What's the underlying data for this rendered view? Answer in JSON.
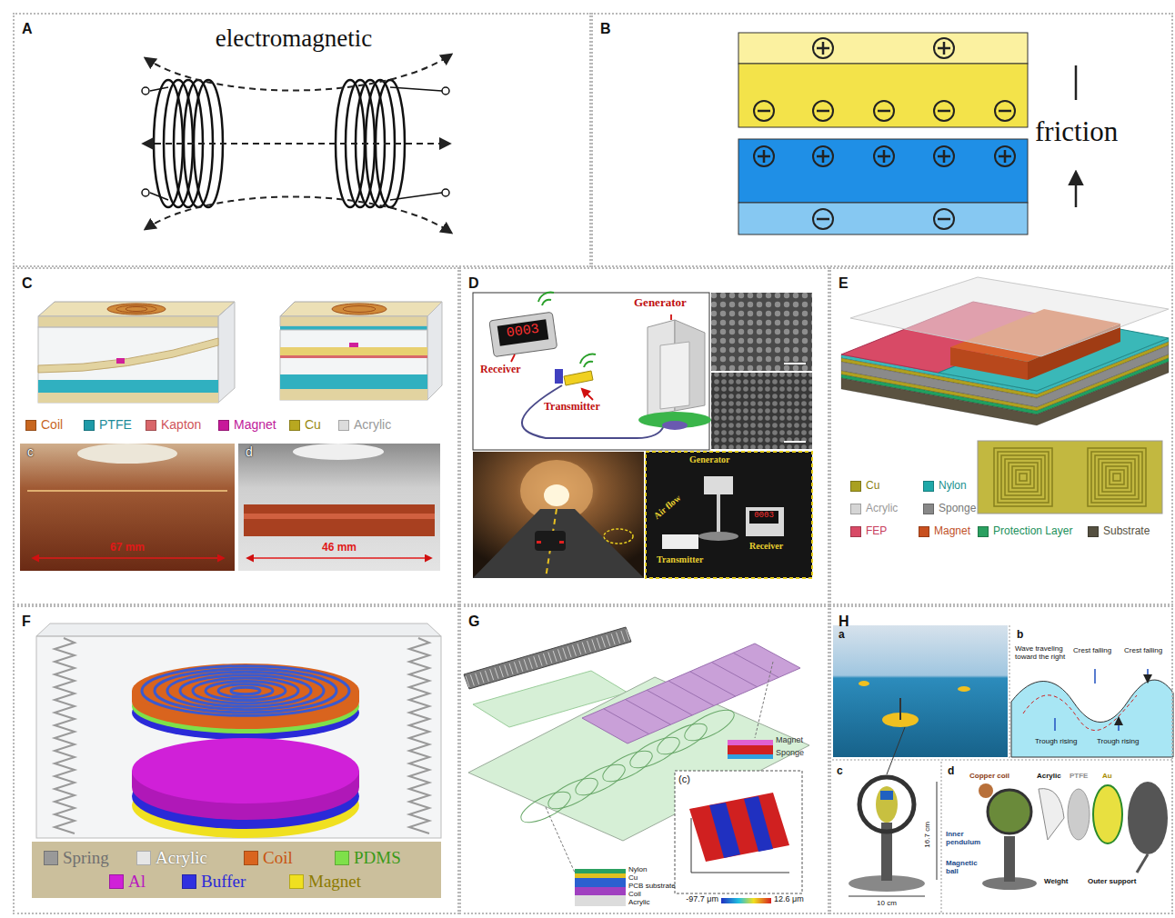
{
  "diagram": {
    "nodes": [
      {
        "text": [
          "A"
        ]
      },
      {
        "text": [
          "B"
        ]
      },
      {
        "text": [
          "C"
        ]
      },
      {
        "text": [
          "D"
        ]
      },
      {
        "text": [
          "E"
        ]
      },
      {
        "text": [
          "F"
        ]
      },
      {
        "text": [
          "G"
        ]
      },
      {
        "text": [
          "H"
        ]
      }
    ],
    "labels": [
      "electromagnetic",
      "friction",
      "c",
      "67 mm",
      "d",
      "46 mm",
      "Receiver",
      "0003",
      "Generator",
      "Transmitter",
      "Generator",
      "Air flow",
      "0003",
      "Receiver",
      "Transmitter",
      "Magnet",
      "Sponge",
      "(c)",
      "Nylon",
      "Cu",
      "PCB substrate",
      "Coil",
      "Acrylic",
      "-97.7 μm",
      "12.6 μm",
      "a",
      "b",
      "Wave traveling toward the right",
      "Crest falling",
      "Crest falling",
      "Trough rising",
      "Trough rising",
      "c",
      "16.7 cm",
      "10 cm",
      "d",
      "Copper coil",
      "Acrylic",
      "PTFE",
      "Au",
      "Inner pendulum",
      "Magnetic ball",
      "Weight",
      "Outer support"
    ],
    "legend": [
      {
        "text": "Coil",
        "color": "#c8661f"
      },
      {
        "text": "PTFE",
        "color": "#1e9aa8"
      },
      {
        "text": "Kapton",
        "color": "#d9666a"
      },
      {
        "text": "Magnet",
        "color": "#c8189a"
      },
      {
        "text": "Cu",
        "color": "#b8a820"
      },
      {
        "text": "Acrylic",
        "color": "#dcdcdc"
      },
      {
        "text": "Cu",
        "color": "#a9a020"
      },
      {
        "text": "Nylon",
        "color": "#1fa8a8"
      },
      {
        "text": "Acrylic",
        "color": "#d5d5d5"
      },
      {
        "text": "Sponge",
        "color": "#888888"
      },
      {
        "text": "FEP",
        "color": "#d84a66"
      },
      {
        "text": "Magnet",
        "color": "#c8501f"
      },
      {
        "text": "Protection Layer",
        "color": "#2aa060"
      },
      {
        "text": "Substrate",
        "color": "#555040"
      },
      {
        "text": "Spring",
        "color": "#999999"
      },
      {
        "text": "Acrylic",
        "color": "#e6e6e6"
      },
      {
        "text": "Coil",
        "color": "#d9641e"
      },
      {
        "text": "PDMS",
        "color": "#7ee04a"
      },
      {
        "text": "Al",
        "color": "#d020d8"
      },
      {
        "text": "Buffer",
        "color": "#3030e0"
      },
      {
        "text": "Magnet",
        "color": "#f0e020"
      }
    ]
  }
}
